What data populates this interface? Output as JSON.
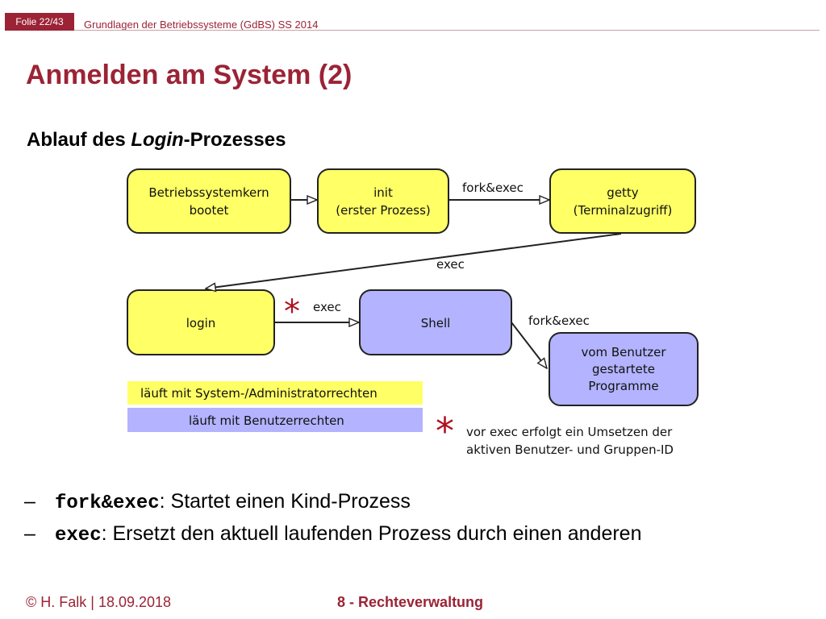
{
  "header": {
    "slide_tag": "Folie 22/43",
    "course": "Grundlagen der Betriebssysteme (GdBS) SS 2014"
  },
  "title": "Anmelden am System (2)",
  "subtitle": {
    "prefix": "Ablauf des ",
    "italic": "Login",
    "suffix": "-Prozesses"
  },
  "diagram": {
    "colors": {
      "admin": "#ffff66",
      "user": "#b3b3ff",
      "border": "#222222"
    },
    "nodes": {
      "kern": {
        "lines": [
          "Betriebssystemkern",
          "bootet"
        ]
      },
      "init": {
        "lines": [
          "init",
          "(erster Prozess)"
        ]
      },
      "getty": {
        "lines": [
          "getty",
          "(Terminalzugriff)"
        ]
      },
      "login": {
        "lines": [
          "login"
        ]
      },
      "shell": {
        "lines": [
          "Shell"
        ]
      },
      "programs": {
        "lines": [
          "vom Benutzer",
          "gestartete",
          "Programme"
        ]
      }
    },
    "edges": {
      "init_getty": "fork&exec",
      "getty_login": "exec",
      "login_shell": "exec",
      "shell_programs": "fork&exec"
    },
    "legend": {
      "admin": "läuft mit System-/Administratorrechten",
      "user": "läuft mit Benutzerrechten"
    },
    "footnote": {
      "marker": "*",
      "lines": [
        "vor exec erfolgt ein Umsetzen der",
        "aktiven Benutzer- und Gruppen-ID"
      ]
    },
    "star_color": "#b01020"
  },
  "bullets": [
    {
      "dash": "–",
      "code": "fork&exec",
      "text": ": Startet einen Kind-Prozess"
    },
    {
      "dash": "–",
      "code": "exec",
      "text": ": Ersetzt den aktuell laufenden Prozess durch einen anderen"
    }
  ],
  "footer": {
    "left": "© H. Falk | 18.09.2018",
    "center": "8 - Rechteverwaltung"
  }
}
